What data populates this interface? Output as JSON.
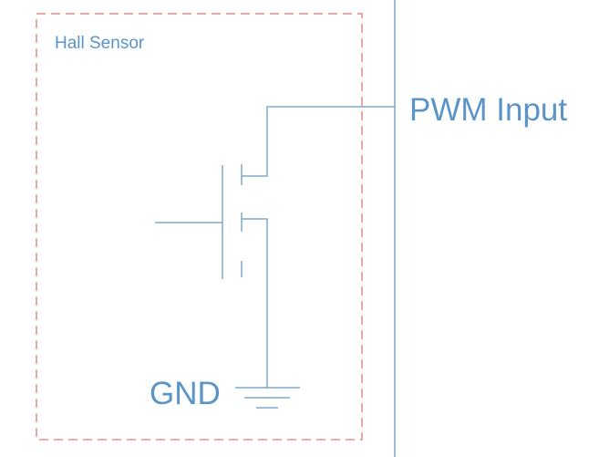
{
  "sensor_box": {
    "title": "Hall Sensor"
  },
  "output": {
    "label": "PWM Input"
  },
  "ground": {
    "label": "GND"
  },
  "colors": {
    "wire": "#7fa8cc",
    "text": "#5b95c8",
    "box_border": "#e88a8a"
  }
}
